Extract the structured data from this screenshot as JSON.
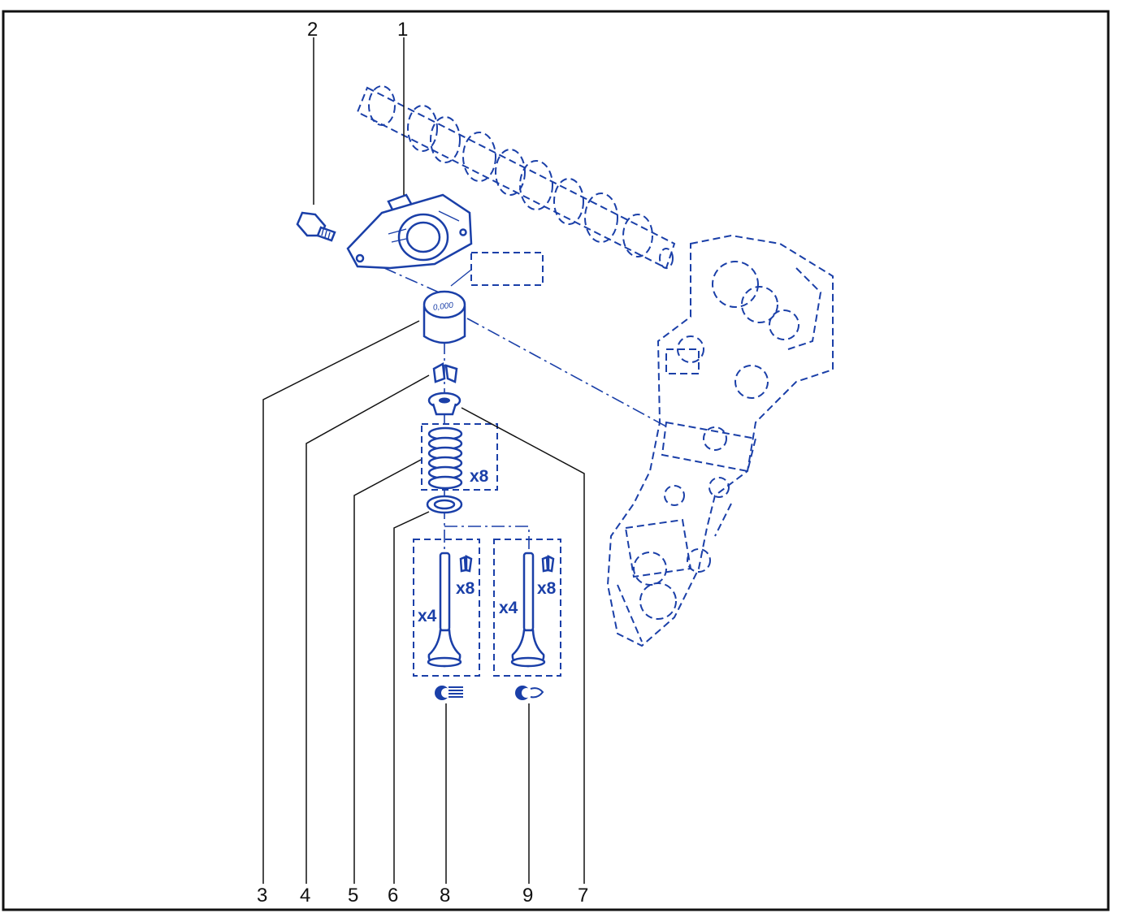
{
  "callouts": {
    "c1": "1",
    "c2": "2",
    "c3": "3",
    "c4": "4",
    "c5": "5",
    "c6": "6",
    "c7": "7",
    "c8": "8",
    "c9": "9"
  },
  "quantities": {
    "spring_qty": "x8",
    "intake_valve_qty": "x4",
    "intake_collet_qty": "x8",
    "exhaust_valve_qty": "x4",
    "exhaust_collet_qty": "x8"
  },
  "tappet_marking": "0,000",
  "icons": {
    "intake": "intake-valve-icon",
    "exhaust": "exhaust-valve-icon"
  },
  "colors": {
    "part_line": "#1a3fa8",
    "frame": "#111111"
  }
}
